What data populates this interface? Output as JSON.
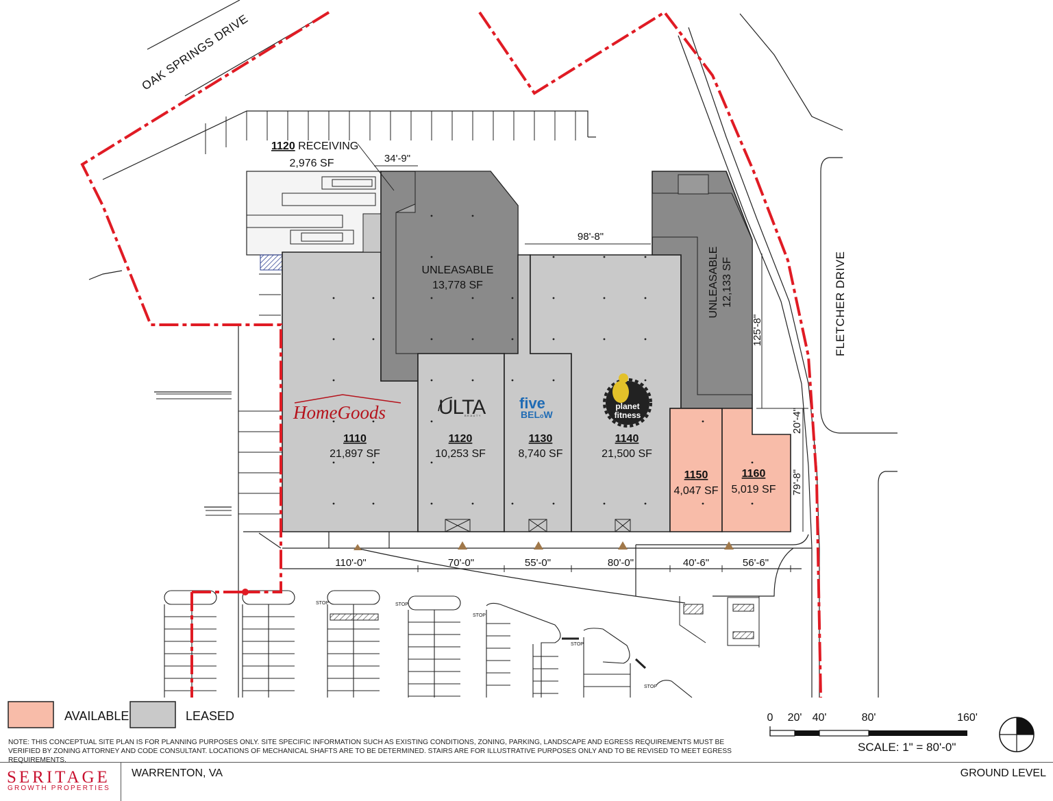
{
  "streets": {
    "north": "OAK SPRINGS DRIVE",
    "east": "FLETCHER DRIVE"
  },
  "receiving": {
    "unit": "1120",
    "label": "RECEIVING",
    "area": "2,976 SF"
  },
  "unleasable_west": {
    "label": "UNLEASABLE",
    "area": "13,778 SF"
  },
  "unleasable_east": {
    "label": "UNLEASABLE",
    "area": "12,133 SF"
  },
  "units": [
    {
      "unit": "1110",
      "area": "21,897 SF",
      "tenant": "HomeGoods",
      "status": "leased"
    },
    {
      "unit": "1120",
      "area": "10,253 SF",
      "tenant": "ULTA",
      "status": "leased"
    },
    {
      "unit": "1130",
      "area": "8,740 SF",
      "tenant": "five BELOW",
      "status": "leased"
    },
    {
      "unit": "1140",
      "area": "21,500 SF",
      "tenant": "planet fitness",
      "status": "leased"
    },
    {
      "unit": "1150",
      "area": "4,047 SF",
      "tenant": "",
      "status": "available"
    },
    {
      "unit": "1160",
      "area": "5,019 SF",
      "tenant": "",
      "status": "available"
    }
  ],
  "logos": {
    "homegoods": "HomeGoods",
    "ulta": "ULTA",
    "ulta_sub": "BEAUTY",
    "five_top": "five",
    "five_bottom": "BEL",
    "five_w": "W",
    "planet_top": "planet",
    "planet_bottom": "fitness"
  },
  "dimensions": {
    "d_34_9": "34'-9\"",
    "d_98_8": "98'-8\"",
    "d_125_8": "125'-8\"",
    "d_20_4": "20'-4\"",
    "d_79_8": "79'-8\"",
    "d_110": "110'-0\"",
    "d_70": "70'-0\"",
    "d_55": "55'-0\"",
    "d_80": "80'-0\"",
    "d_40_6": "40'-6\"",
    "d_56_6": "56'-6\""
  },
  "stop_label": "STOP",
  "legend": {
    "available": "AVAILABLE",
    "leased": "LEASED"
  },
  "scale": {
    "ticks": [
      "0",
      "20'",
      "40'",
      "80'",
      "160'"
    ],
    "text": "SCALE: 1\" = 80'-0\""
  },
  "note": "NOTE:  THIS CONCEPTUAL SITE PLAN IS FOR PLANNING PURPOSES ONLY. SITE SPECIFIC INFORMATION SUCH AS EXISTING CONDITIONS, ZONING, PARKING, LANDSCAPE AND EGRESS REQUIREMENTS MUST BE VERIFIED BY ZONING ATTORNEY AND CODE CONSULTANT. LOCATIONS OF MECHANICAL SHAFTS ARE TO BE DETERMINED. STAIRS ARE FOR ILLUSTRATIVE PURPOSES ONLY AND TO BE REVISED TO MEET EGRESS REQUIREMENTS.",
  "footer": {
    "brand": "SERITAGE",
    "brand_sub": "GROWTH PROPERTIES",
    "location": "WARRENTON, VA",
    "level": "GROUND LEVEL"
  },
  "colors": {
    "available": "#f8bca9",
    "leased": "#c9c9c9",
    "unleasable": "#8a8a8a",
    "property_line": "#e01b24",
    "homegoods": "#b5121b",
    "five_below": "#1f6bb4",
    "brand": "#c8102e"
  }
}
